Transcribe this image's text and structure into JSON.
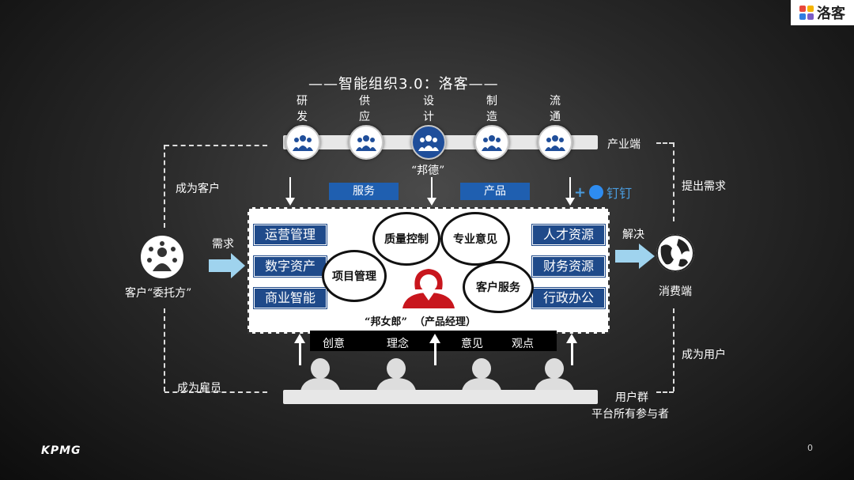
{
  "brand": {
    "logo_text": "洛客"
  },
  "title": "——智能组织3.0：洛客——",
  "stages": [
    {
      "label": "研发"
    },
    {
      "label": "供应"
    },
    {
      "label": "设计"
    },
    {
      "label": "制造"
    },
    {
      "label": "流通"
    }
  ],
  "industry_label": "产业端",
  "bangde_label": "“邦德”",
  "tags": {
    "service": "服务",
    "product": "产品",
    "dingtalk": "钉钉"
  },
  "left_flow": {
    "become_customer": "成为客户",
    "demand": "需求",
    "client_label": "客户“委托方”",
    "become_employee": "成为雇员"
  },
  "right_flow": {
    "raise_demand": "提出需求",
    "solve": "解决",
    "consumer_label": "消费端",
    "become_user": "成为用户"
  },
  "panel": {
    "left_boxes": [
      "运营管理",
      "数字资产",
      "商业智能"
    ],
    "right_boxes": [
      "人才资源",
      "财务资源",
      "行政办公"
    ],
    "bubbles": {
      "quality": "质量控制",
      "expert": "专业意见",
      "project": "项目管理",
      "customer_service": "客户服务"
    },
    "caption": "“邦女郎”  （产品经理）"
  },
  "inputs": [
    "创意",
    "理念",
    "意见",
    "观点"
  ],
  "users": {
    "group": "用户群",
    "participants": "平台所有参与者"
  },
  "footer": {
    "brand": "KPMG",
    "page": "0"
  }
}
